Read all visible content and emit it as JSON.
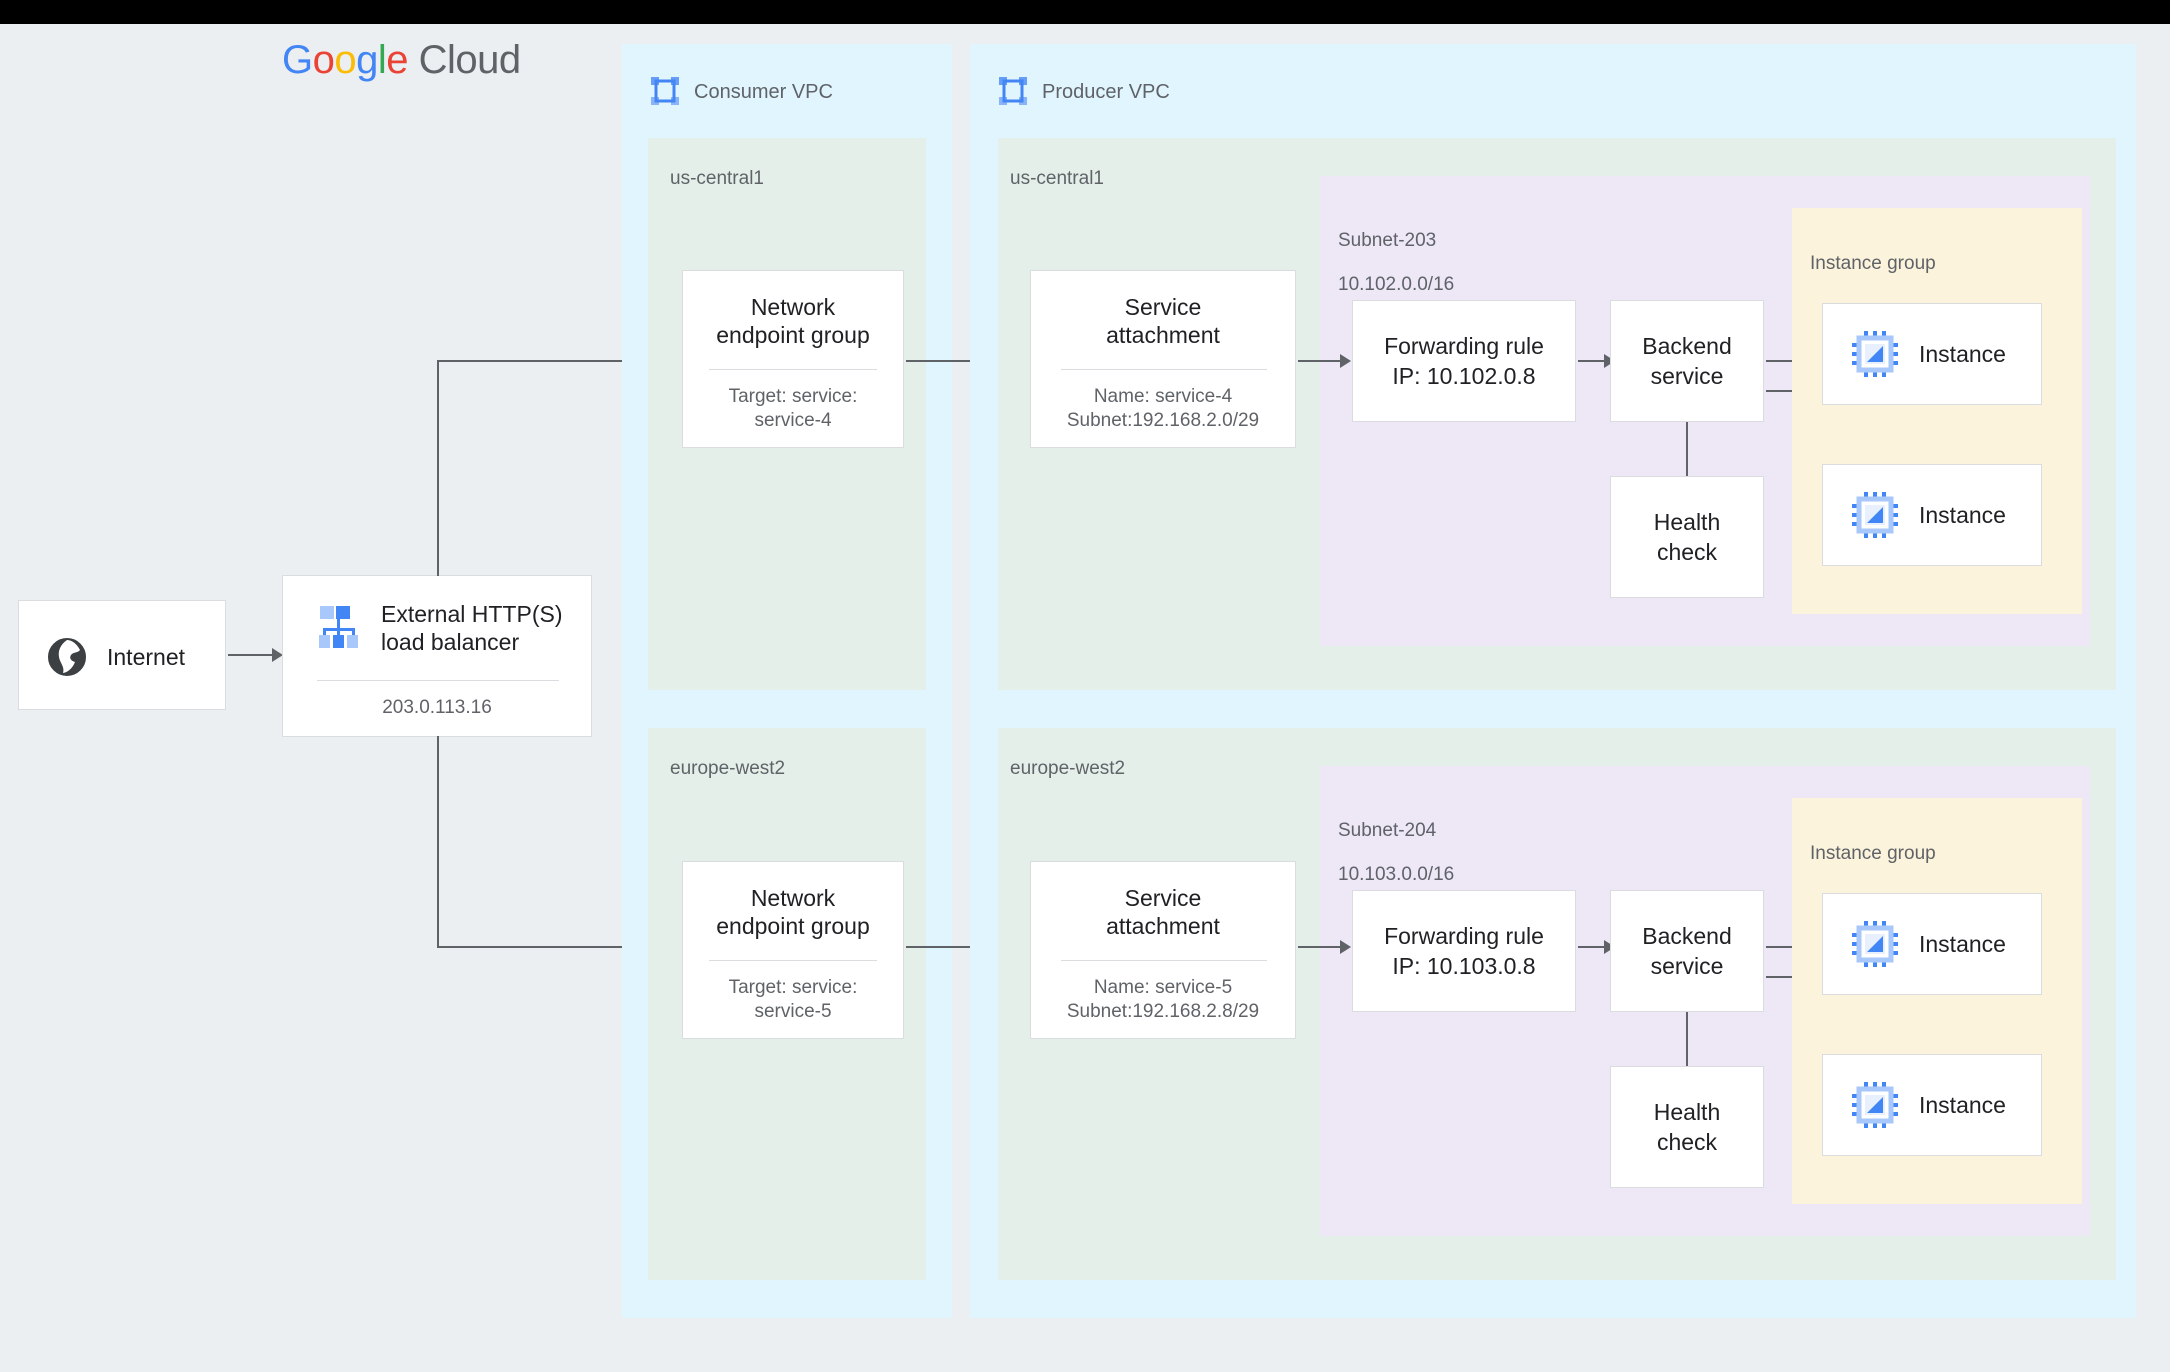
{
  "brand": {
    "logo_parts": [
      {
        "t": "G",
        "c": "blue"
      },
      {
        "t": "o",
        "c": "red"
      },
      {
        "t": "o",
        "c": "yellow"
      },
      {
        "t": "g",
        "c": "blue"
      },
      {
        "t": "l",
        "c": "green"
      },
      {
        "t": "e",
        "c": "red"
      }
    ],
    "logo_text": "Google",
    "logo_suffix": "Cloud",
    "colors": {
      "blue": "#4285f4",
      "red": "#ea4335",
      "yellow": "#fbbc05",
      "green": "#34a853",
      "grey": "#5f6368"
    }
  },
  "palette": {
    "page_bg": "#eceff1",
    "vpc_bg": "#e1f5fe",
    "region_bg": "#e4efe9",
    "subnet_bg": "#ede7f6",
    "instance_group_bg": "#fcf3dc",
    "node_bg": "#ffffff",
    "node_border": "#dadce0",
    "connector": "#5f6368",
    "text_primary": "#202124",
    "text_secondary": "#5f6368",
    "icon_blue": "#669df6"
  },
  "internet": {
    "label": "Internet",
    "icon": "globe-icon"
  },
  "load_balancer": {
    "title": "External HTTP(S)\nload balancer",
    "ip": "203.0.113.16",
    "icon": "load-balancer-icon"
  },
  "vpcs": [
    {
      "id": "consumer",
      "title": "Consumer VPC",
      "icon": "vpc-icon",
      "regions": [
        {
          "id": "consumer-us-central1",
          "label": "us-central1",
          "node": {
            "title": "Network\nendpoint group",
            "sub": "Target: service:\nservice-4"
          }
        },
        {
          "id": "consumer-europe-west2",
          "label": "europe-west2",
          "node": {
            "title": "Network\nendpoint group",
            "sub": "Target: service:\nservice-5"
          }
        }
      ]
    },
    {
      "id": "producer",
      "title": "Producer VPC",
      "icon": "vpc-icon",
      "regions": [
        {
          "id": "producer-us-central1",
          "label": "us-central1",
          "service_attachment": {
            "title": "Service\nattachment",
            "sub": "Name: service-4\nSubnet:192.168.2.0/29"
          },
          "subnet": {
            "name": "Subnet-203",
            "cidr": "10.102.0.0/16",
            "forwarding_rule": "Forwarding rule\nIP: 10.102.0.8",
            "backend_service": "Backend\nservice",
            "health_check": "Health\ncheck",
            "instance_group": {
              "label": "Instance group",
              "instances": [
                {
                  "label": "Instance",
                  "icon": "vm-instance-icon"
                },
                {
                  "label": "Instance",
                  "icon": "vm-instance-icon"
                }
              ]
            }
          }
        },
        {
          "id": "producer-europe-west2",
          "label": "europe-west2",
          "service_attachment": {
            "title": "Service\nattachment",
            "sub": "Name: service-5\nSubnet:192.168.2.8/29"
          },
          "subnet": {
            "name": "Subnet-204",
            "cidr": "10.103.0.0/16",
            "forwarding_rule": "Forwarding rule\nIP: 10.103.0.8",
            "backend_service": "Backend\nservice",
            "health_check": "Health\ncheck",
            "instance_group": {
              "label": "Instance group",
              "instances": [
                {
                  "label": "Instance",
                  "icon": "vm-instance-icon"
                },
                {
                  "label": "Instance",
                  "icon": "vm-instance-icon"
                }
              ]
            }
          }
        }
      ]
    }
  ]
}
